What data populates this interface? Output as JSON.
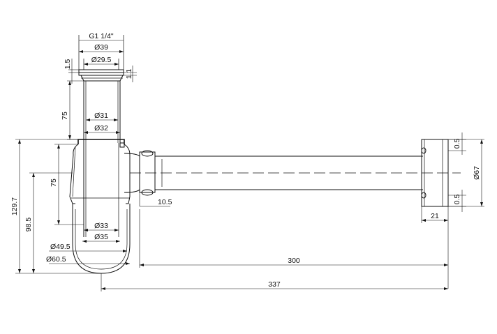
{
  "dimensions": {
    "thread": "G1 1/4\"",
    "flange_dia": "Ø39",
    "inner_dia_top": "Ø29.5",
    "flange_thickness": "1.5",
    "flange_gap": "1.1",
    "tube_height": "75",
    "tube_dia_31": "Ø31",
    "tube_dia_32": "Ø32",
    "trap_inlet_height": "75",
    "total_height": "129.7",
    "outlet_height": "98.5",
    "tube_dia_33": "Ø33",
    "tube_dia_35": "Ø35",
    "bowl_dia_inner": "Ø49.5",
    "bowl_dia_outer": "Ø60.5",
    "nut_offset": "10.5",
    "outlet_length": "300",
    "overall_length": "337",
    "rosette_thickness_top": "0.5",
    "rosette_thickness_bottom": "0.5",
    "rosette_dia": "Ø67",
    "rosette_depth": "21"
  }
}
